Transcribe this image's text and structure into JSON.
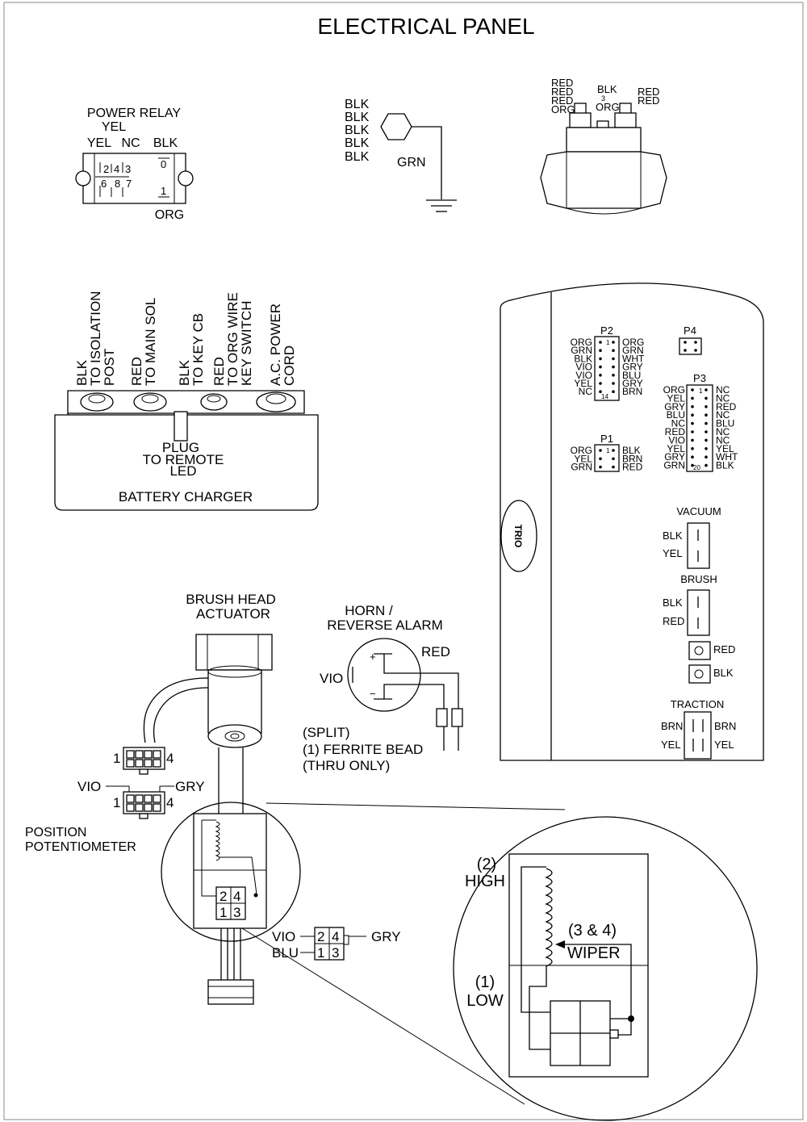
{
  "title": "ELECTRICAL PANEL",
  "power_relay": {
    "title": "POWER RELAY",
    "top_label": "YEL",
    "labels": [
      "YEL",
      "NC",
      "BLK"
    ],
    "bottom_label": "ORG",
    "pins_top": [
      "2",
      "4",
      "3"
    ],
    "pins_bottom": [
      "6",
      "8",
      "7"
    ],
    "pin_right_top": "0",
    "pin_right_bottom": "1"
  },
  "ground_stud": {
    "wires": [
      "BLK",
      "BLK",
      "BLK",
      "BLK",
      "BLK"
    ],
    "ground_label": "GRN"
  },
  "solenoid": {
    "left_labels": [
      "RED",
      "RED",
      "RED",
      "ORG"
    ],
    "center_labels": [
      "BLK",
      "ORG"
    ],
    "center_pin": "3",
    "right_labels": [
      "RED",
      "RED"
    ]
  },
  "battery_charger": {
    "label": "BATTERY CHARGER",
    "connections": [
      [
        "BLK",
        "TO ISOLATION",
        "POST"
      ],
      [
        "RED",
        "TO MAIN SOL"
      ],
      [
        "BLK",
        "TO KEY CB"
      ],
      [
        "RED",
        "TO ORG WIRE",
        "KEY SWITCH"
      ],
      [
        "A.C. POWER",
        "CORD"
      ]
    ],
    "plug": [
      "PLUG",
      "TO REMOTE",
      "LED"
    ]
  },
  "controller": {
    "logo": "TRIO",
    "p2": {
      "name": "P2",
      "left": [
        "ORG",
        "GRN",
        "BLK",
        "VIO",
        "VIO",
        "YEL",
        "NC"
      ],
      "right": [
        "ORG",
        "GRN",
        "WHT",
        "GRY",
        "BLU",
        "GRY",
        "BRN"
      ],
      "pin_first": "1",
      "pin_last": "14"
    },
    "p4": {
      "name": "P4"
    },
    "p3": {
      "name": "P3",
      "left": [
        "ORG",
        "YEL",
        "GRY",
        "BLU",
        "NC",
        "RED",
        "VIO",
        "YEL",
        "GRY",
        "GRN"
      ],
      "right": [
        "NC",
        "NC",
        "RED",
        "NC",
        "BLU",
        "NC",
        "NC",
        "YEL",
        "WHT",
        "BLK"
      ],
      "pin_first": "1",
      "pin_last": "20"
    },
    "p1": {
      "name": "P1",
      "left": [
        "ORG",
        "YEL",
        "GRN"
      ],
      "right": [
        "BLK",
        "BRN",
        "RED"
      ],
      "pin_first": "1"
    },
    "vacuum": {
      "label": "VACUUM",
      "wires": [
        "BLK",
        "YEL"
      ]
    },
    "brush": {
      "label": "BRUSH",
      "wires": [
        "BLK",
        "RED"
      ]
    },
    "terminals": [
      "RED",
      "BLK"
    ],
    "traction": {
      "label": "TRACTION",
      "left": [
        "BRN",
        "YEL"
      ],
      "right": [
        "BRN",
        "YEL"
      ]
    }
  },
  "actuator": {
    "title": [
      "BRUSH HEAD",
      "ACTUATOR"
    ],
    "conn1": {
      "left_pin": "1",
      "right_pin": "4"
    },
    "conn2": {
      "left_pin": "1",
      "right_pin": "4",
      "left_wire": "VIO",
      "right_wire": "GRY"
    },
    "pot_label": [
      "POSITION",
      "POTENTIOMETER"
    ],
    "inner_pins": [
      "2",
      "4",
      "1",
      "3"
    ]
  },
  "horn": {
    "title": [
      "HORN /",
      "REVERSE ALARM"
    ],
    "pos_wire": "RED",
    "neg_wire": "VIO",
    "plus": "+",
    "minus": "−",
    "ferrite": [
      "(SPLIT)",
      "(1) FERRITE BEAD",
      "(THRU ONLY)"
    ]
  },
  "pot_connector": {
    "pins": [
      "2",
      "4",
      "1",
      "3"
    ],
    "left_wires": [
      "VIO",
      "BLU"
    ],
    "right_wire": "GRY"
  },
  "detail": {
    "high": [
      "(2)",
      "HIGH"
    ],
    "low": [
      "(1)",
      "LOW"
    ],
    "wiper": [
      "(3 & 4)",
      "WIPER"
    ]
  }
}
